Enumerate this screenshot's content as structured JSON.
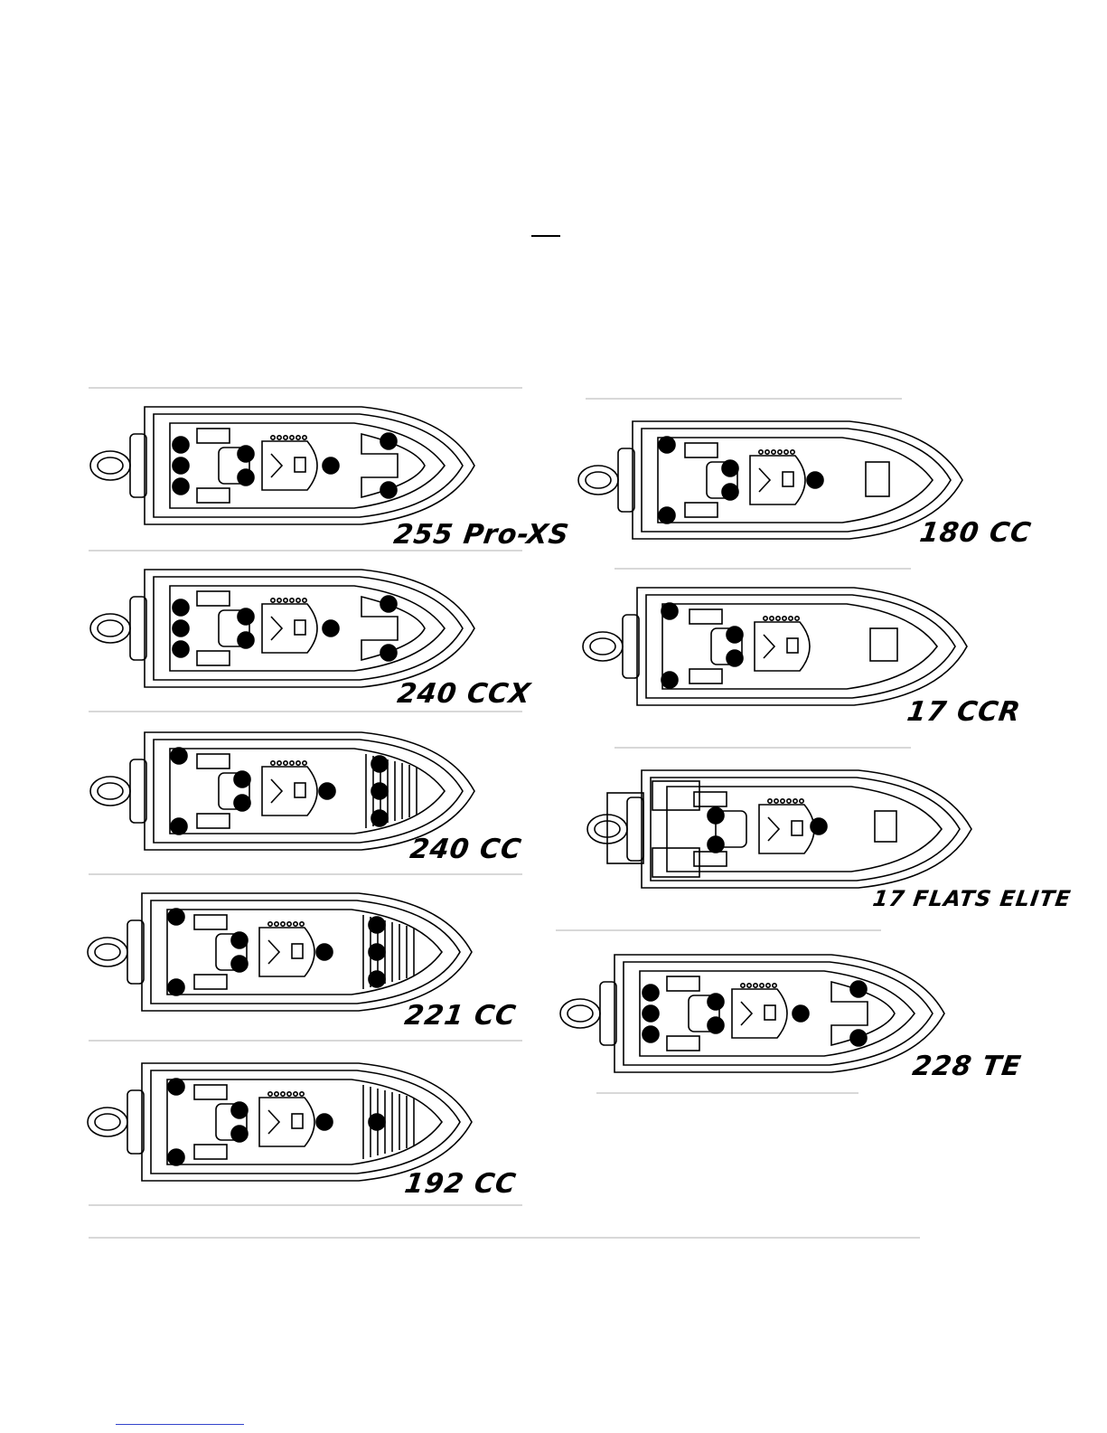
{
  "boats": [
    {
      "id": "255-pro-xs",
      "label": "255 Pro-XS",
      "variant": "pro"
    },
    {
      "id": "240-ccx",
      "label": "240 CCX",
      "variant": "pro"
    },
    {
      "id": "240-cc",
      "label": "240 CC",
      "variant": "deck3"
    },
    {
      "id": "221-cc",
      "label": "221 CC",
      "variant": "deck3"
    },
    {
      "id": "192-cc",
      "label": "192 CC",
      "variant": "deck1"
    },
    {
      "id": "180-cc",
      "label": "180 CC",
      "variant": "hatch"
    },
    {
      "id": "17-ccr",
      "label": "17 CCR",
      "variant": "ccr"
    },
    {
      "id": "17-flats-elite",
      "label": "17 FLATS ELITE",
      "variant": "flats"
    },
    {
      "id": "228-te",
      "label": "228 TE",
      "variant": "pro"
    }
  ],
  "colors": {
    "ink": "#000000",
    "faint": "#d8d8d8",
    "link": "#3344cc"
  }
}
